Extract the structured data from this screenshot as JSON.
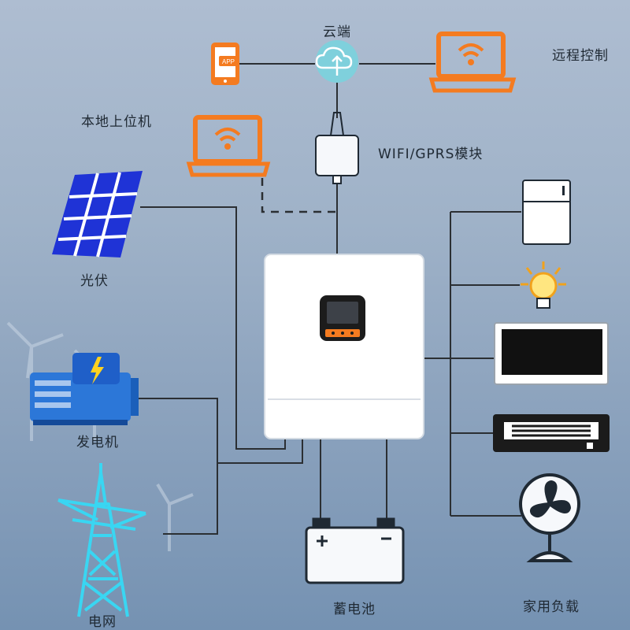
{
  "labels": {
    "cloud": "云端",
    "remote_control": "远程控制",
    "local_pc": "本地上位机",
    "wifi_module": "WIFI/GPRS模块",
    "solar": "光伏",
    "generator": "发电机",
    "grid": "电网",
    "battery": "蓄电池",
    "home_loads": "家用负载",
    "app": "APP"
  },
  "colors": {
    "accent_orange": "#f47b20",
    "solar_blue": "#1f33d6",
    "generator_blue": "#2c77d8",
    "grid_cyan": "#39d6f2",
    "line": "#2b2f33",
    "cloud_teal": "#7fd0dc"
  },
  "icons": {
    "cloud": "cloud-icon",
    "phone": "phone-app-icon",
    "remote_laptop": "laptop-wifi-icon",
    "local_laptop": "laptop-wifi-icon",
    "wifi_module": "dongle-icon",
    "solar": "solar-panel-icon",
    "generator": "generator-icon",
    "grid": "power-tower-icon",
    "inverter": "inverter-icon",
    "battery": "battery-icon",
    "fridge": "fridge-icon",
    "bulb": "light-bulb-icon",
    "tv": "tv-icon",
    "ac": "air-conditioner-icon",
    "fan": "fan-icon"
  }
}
